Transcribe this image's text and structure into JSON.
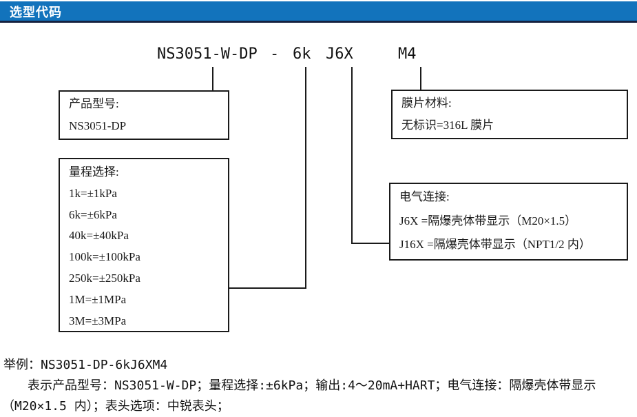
{
  "header": {
    "title": "选型代码"
  },
  "colors": {
    "header_bg": "#1273bc",
    "header_border": "#15213f",
    "line_color": "#1a1a1a",
    "text_color": "#111111"
  },
  "code_line": {
    "model": "NS3051-W-DP",
    "separator": "-",
    "range": "6k",
    "electrical": "J6X",
    "display": "M4"
  },
  "boxes": {
    "product_model": {
      "title": "产品型号:",
      "lines": [
        "NS3051-DP"
      ]
    },
    "range_selection": {
      "title": "量程选择:",
      "lines": [
        "1k=±1kPa",
        "6k=±6kPa",
        "40k=±40kPa",
        "100k=±100kPa",
        "250k=±250kPa",
        "1M=±1MPa",
        "3M=±3MPa"
      ]
    },
    "diaphragm_material": {
      "title": "膜片材料:",
      "lines": [
        "无标识=316L 膜片"
      ]
    },
    "electrical_connection": {
      "title": "电气连接:",
      "lines": [
        "J6X =隔爆壳体带显示（M20×1.5）",
        "J16X =隔爆壳体带显示（NPT1/2 内）"
      ]
    }
  },
  "example": {
    "line1": "举例：NS3051-DP-6kJ6XM4",
    "line2": "表示产品型号：NS3051-W-DP；量程选择:±6kPa；输出:4～20mA+HART；电气连接：隔爆壳体带显示",
    "line3": "（M20×1.5 内）；表头选项：中锐表头；"
  }
}
